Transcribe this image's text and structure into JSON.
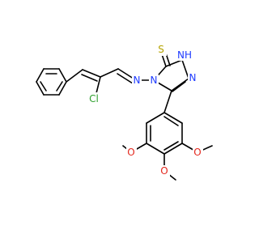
{
  "structure": {
    "atom_labels": {
      "thione_s": "S",
      "triazole_nh": "NH",
      "triazole_n2": "N",
      "triazole_n4": "N",
      "imine_n": "N",
      "chloro": "Cl",
      "methoxy_o_3": "O",
      "methoxy_o_4": "O",
      "methoxy_o_5": "O"
    },
    "colors": {
      "bond": "#000000",
      "sulfur": "#b5a300",
      "nitrogen": "#1f3cff",
      "chlorine": "#2ca02c",
      "oxygen": "#e3261c"
    }
  }
}
